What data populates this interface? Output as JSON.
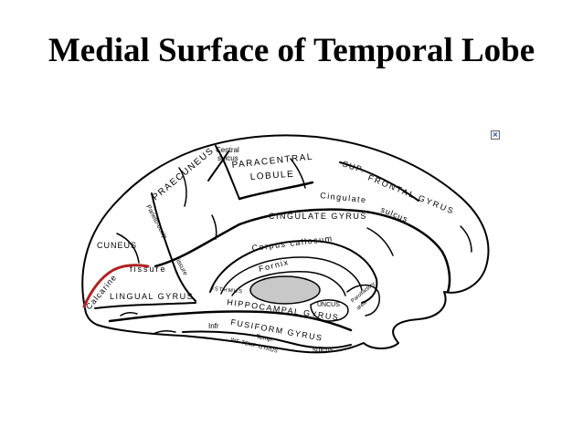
{
  "slide": {
    "title": "Medial Surface of Temporal Lobe"
  },
  "diagram": {
    "labels": {
      "central_sulcus_1": "Central",
      "central_sulcus_2": "sulcus",
      "paracentral": "PARACENTRAL",
      "lobule": "LOBULE",
      "praecuneus": "PRAECUNEUS",
      "sup": "SUP.",
      "frontal_gyrus": "FRONTAL GYRUS",
      "parieto_occip": "Parieto-occip",
      "fissure": "fissure",
      "cingulate": "Cingulate",
      "sulcus": "sulcus",
      "cingulate_gyrus": "CINGULATE GYRUS",
      "corpus_callosum": "Corpus callosum",
      "cuneus": "CUNEUS",
      "fornix": "Fornix",
      "calc_fissure": "fissure",
      "calcarine": "Calcarine",
      "lingual_gyrus": "LINGUAL GYRUS",
      "isthmus": "ISTHMUS",
      "hippocampal_gyrus": "HIPPOCAMPAL GYRUS",
      "uncus": "UNCUS",
      "parolfactory_1": "Parolfactory",
      "parolfactory_2": "area",
      "fusiform_gyrus": "FUSIFORM GYRUS",
      "infr": "Infr",
      "temp": "Temp.",
      "inf_temp_gyrus": "INF. TEMP. GYRUS",
      "temp_sulcus": "sulcus"
    }
  },
  "colors": {
    "calcarine_line": "#b22222",
    "thalamus_fill": "#c8c8c8",
    "outline": "#000000"
  },
  "icons": {
    "broken_image": "broken-image-icon",
    "broken_image_glyph": "×"
  }
}
